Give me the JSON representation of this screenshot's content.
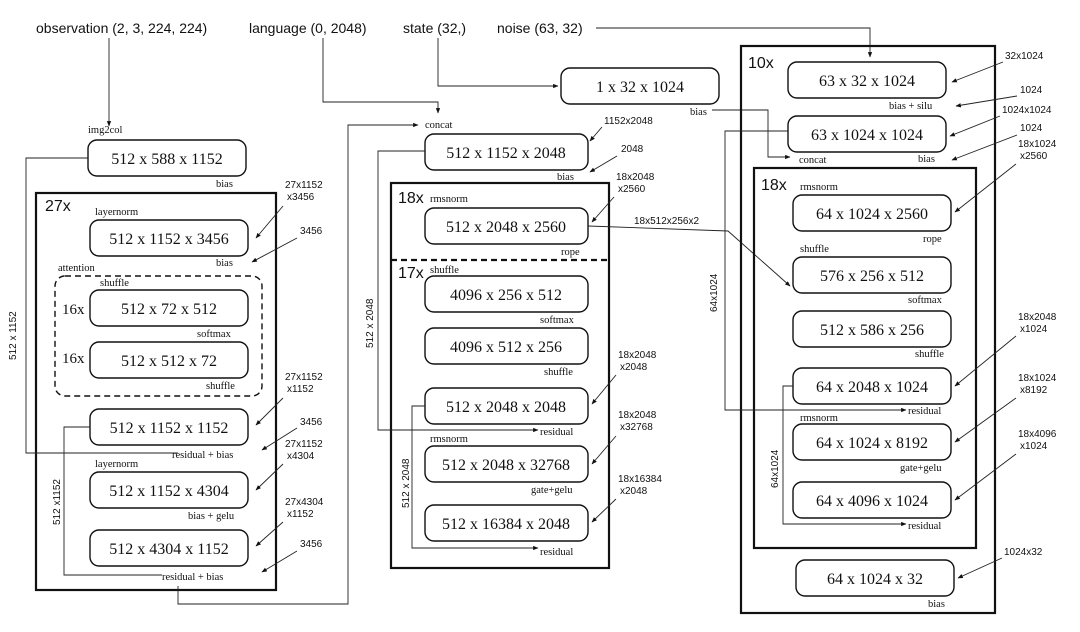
{
  "inputs": {
    "observation": "observation (2, 3, 224, 224)",
    "language": "language (0, 2048)",
    "state": "state (32,)",
    "noise": "noise (63, 32)"
  },
  "vision": {
    "img2col_label": "img2col",
    "patch_box": "512 x 588 x 1152",
    "patch_op": "bias",
    "repeat": "27x",
    "ln1_label": "layernorm",
    "qkv_box": "512 x 1152 x 3456",
    "qkv_op": "bias",
    "qkv_w": "27x1152\nx3456",
    "qkv_b": "3456",
    "attention_label": "attention",
    "shuffle_label": "shuffle",
    "head_repeat": "16x",
    "score_box": "512 x 72 x 512",
    "score_op": "softmax",
    "ctx_box": "512 x 512 x 72",
    "ctx_op": "shuffle",
    "out_box": "512 x 1152 x 1152",
    "out_w": "27x1152\nx1152",
    "out_b": "3456",
    "res_bias1": "residual + bias",
    "ln2_label": "layernorm",
    "mlp1_box": "512 x 1152 x 4304",
    "mlp1_op": "bias + gelu",
    "mlp1_w": "27x1152\nx4304",
    "mlp2_box": "512 x 4304 x 1152",
    "mlp2_w": "27x4304\nx1152",
    "mlp2_b": "3456",
    "res_bias2": "residual + bias",
    "skip_outer": "512 x 1152",
    "skip_inner": "512 x1152"
  },
  "language_model": {
    "concat_label": "concat",
    "proj_box": "512 x 1152 x 2048",
    "proj_op": "bias",
    "proj_w": "1152x2048",
    "proj_b": "2048",
    "repeat": "18x",
    "rms1_label": "rmsnorm",
    "qkv_box": "512 x 2048 x 2560",
    "qkv_op": "rope",
    "qkv_w": "18x2048\nx2560",
    "kv_cache": "18x512x256x2",
    "repeat_inner": "17x",
    "shuffle_label": "shuffle",
    "score_box": "4096 x 256 x 512",
    "score_op": "softmax",
    "ctx_box": "4096 x 512 x 256",
    "ctx_op": "shuffle",
    "out_box": "512 x 2048 x 2048",
    "out_op": "residual",
    "out_w": "18x2048\nx2048",
    "rms2_label": "rmsnorm",
    "gate_box": "512 x 2048 x 32768",
    "gate_op": "gate+gelu",
    "gate_w": "18x2048\nx32768",
    "down_box": "512 x 16384 x 2048",
    "down_op": "residual",
    "down_w": "18x16384\nx2048",
    "skip_outer": "512 x 2048",
    "skip_inner": "512 x 2048"
  },
  "action_expert": {
    "state_box": "1 x 32 x 1024",
    "state_op": "bias",
    "repeat": "10x",
    "noise_box": "63 x 32 x 1024",
    "noise_op": "bias + silu",
    "noise_w": "32x1024",
    "noise_b": "1024",
    "mix_box": "63 x 1024 x 1024",
    "mix_op": "bias",
    "mix_w": "1024x1024",
    "mix_b": "1024",
    "concat_label": "concat",
    "repeat_inner": "18x",
    "rms1_label": "rmsnorm",
    "qkv_box": "64 x 1024 x 2560",
    "qkv_op": "rope",
    "qkv_w": "18x1024\nx2560",
    "shuffle_label": "shuffle",
    "score_box": "576 x 256 x 512",
    "score_op": "softmax",
    "ctx_box": "512 x 586 x 256",
    "ctx_op": "shuffle",
    "out_box": "64 x 2048 x 1024",
    "out_op": "residual",
    "out_w": "18x2048\nx1024",
    "rms2_label": "rmsnorm",
    "gate_box": "64 x 1024 x 8192",
    "gate_op": "gate+gelu",
    "gate_w": "18x1024\nx8192",
    "down_box": "64 x 4096 x 1024",
    "down_op": "residual",
    "down_w": "18x4096\nx1024",
    "skip_outer": "64x1024",
    "skip_inner": "64x1024",
    "final_box": "64 x 1024 x 32",
    "final_op": "bias",
    "final_w": "1024x32"
  }
}
